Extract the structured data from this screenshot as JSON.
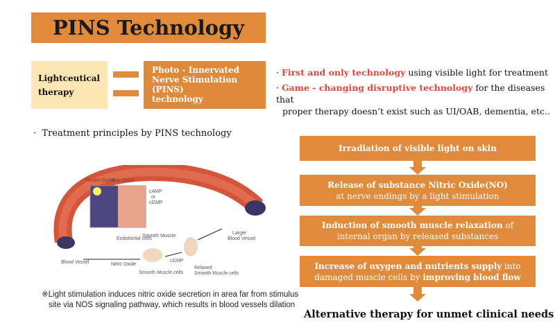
{
  "title": "PINS Technology",
  "lightceutical": {
    "line1": "Lightceutical",
    "line2": "therapy"
  },
  "pins_box": {
    "line1": "Photo - Innervated",
    "line2": "Nerve Stimulation",
    "line3": "(PINS)",
    "line4": "technology"
  },
  "bullets": [
    {
      "bold": "First and only technology",
      "rest": " using visible light for treatment"
    },
    {
      "bold": "Game - changing disruptive technology",
      "rest": " for the diseases that",
      "line2": "proper therapy doesn’t exist such as UI/OAB, dementia, etc.."
    }
  ],
  "bullet_marker": "·",
  "principles": "Treatment principles by PINS technology",
  "flow": [
    {
      "bold": "Irradiation of visible light on skin",
      "rest": "",
      "line2": ""
    },
    {
      "bold": "Release of substance Nitric Oxide(NO)",
      "rest": "",
      "line2": "at nerve endings by a light stimulation"
    },
    {
      "bold": "Induction of smooth muscle relaxation",
      "rest": " of",
      "line2": "internal organ by released substances"
    },
    {
      "bold": "Increase of oxygen and nutrients supply",
      "rest": " into",
      "line2pre": "damaged muscle cells by ",
      "line2bold": "improving blood flow"
    }
  ],
  "illustration": {
    "photon": "Photon Signal",
    "no": "Nitric Oxide",
    "camp": "cAMP",
    "or": "or",
    "cgmp": "cGMP",
    "endo": "Endothelial cells",
    "smooth": "Smooth Muscle",
    "vessel": "Blood Vessel",
    "no2": "Nitric Oxide",
    "smc": "Smooth Muscle cells",
    "cgmp2": "cGMP",
    "relaxed": "Relaxed",
    "rsmc": "Smooth Muscle cells",
    "larger": "Larger",
    "larger2": "Blood Vessel"
  },
  "note": {
    "line1": "※Light stimulation induces nitric oxide secretion in area far from stimulus",
    "line2": "site via NOS signaling pathway, which results in blood vessels dilation"
  },
  "bottom": "Alternative therapy for unmet clinical needs",
  "colors": {
    "orange": "#e08a3c",
    "light_yellow": "#fbe6b4",
    "red": "#e0463a"
  }
}
